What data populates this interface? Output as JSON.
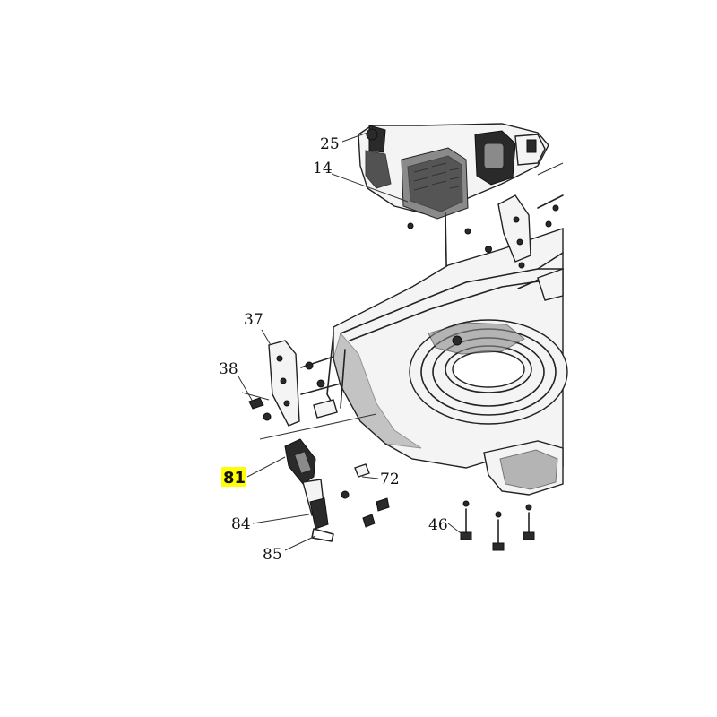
{
  "labels": {
    "p25": "25",
    "p14": "14",
    "p37": "37",
    "p38": "38",
    "p81": "81",
    "p72": "72",
    "p84": "84",
    "p46": "46",
    "p85": "85"
  },
  "highlighted_part": "81",
  "colors": {
    "highlight": "#ffff00",
    "line": "#222222",
    "background": "#ffffff"
  }
}
